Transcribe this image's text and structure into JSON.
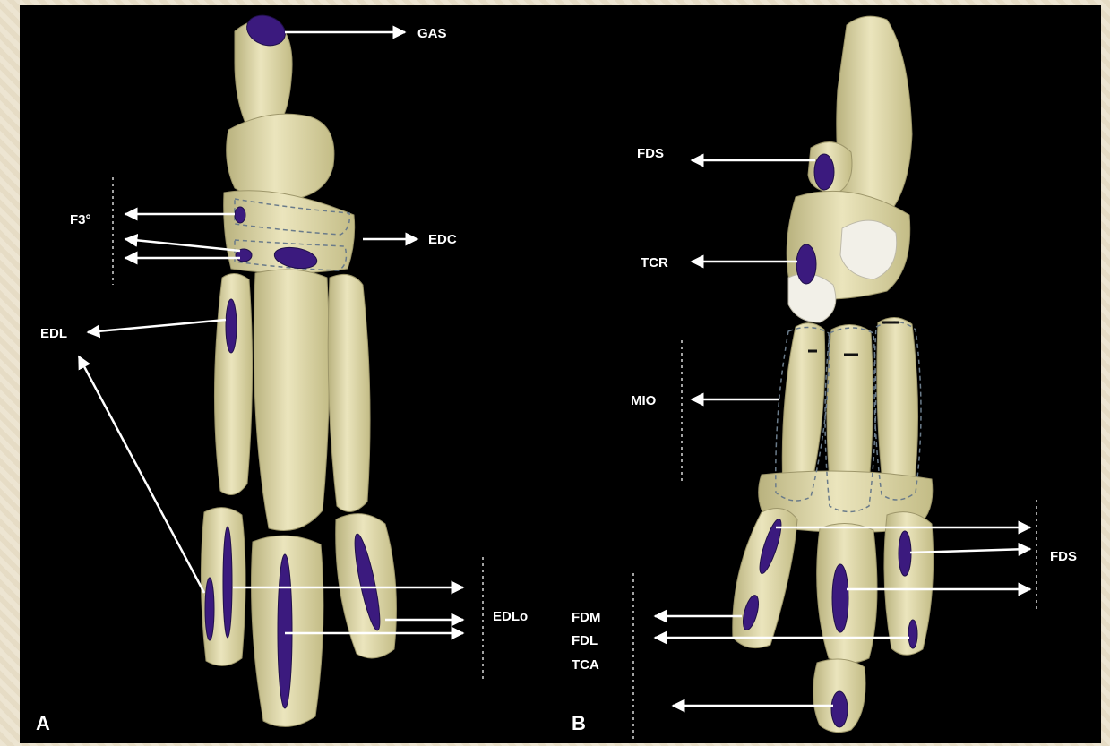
{
  "image": {
    "colors": {
      "background": "#000000",
      "bone": "#e6dfb4",
      "bone_shadow": "#c9c28e",
      "marker": "#3b1a7e",
      "frame": "#ede5d2"
    }
  },
  "panels": {
    "a": {
      "letter": "A"
    },
    "b": {
      "letter": "B"
    }
  },
  "labels": {
    "gas": "GAS",
    "f3": "F3°",
    "edc": "EDC",
    "edl": "EDL",
    "edlo": "EDLo",
    "fds_top": "FDS",
    "tcr": "TCR",
    "mio": "MIO",
    "fds_bottom": "FDS",
    "fdm": "FDM",
    "fdl": "FDL",
    "tca": "TCA"
  }
}
